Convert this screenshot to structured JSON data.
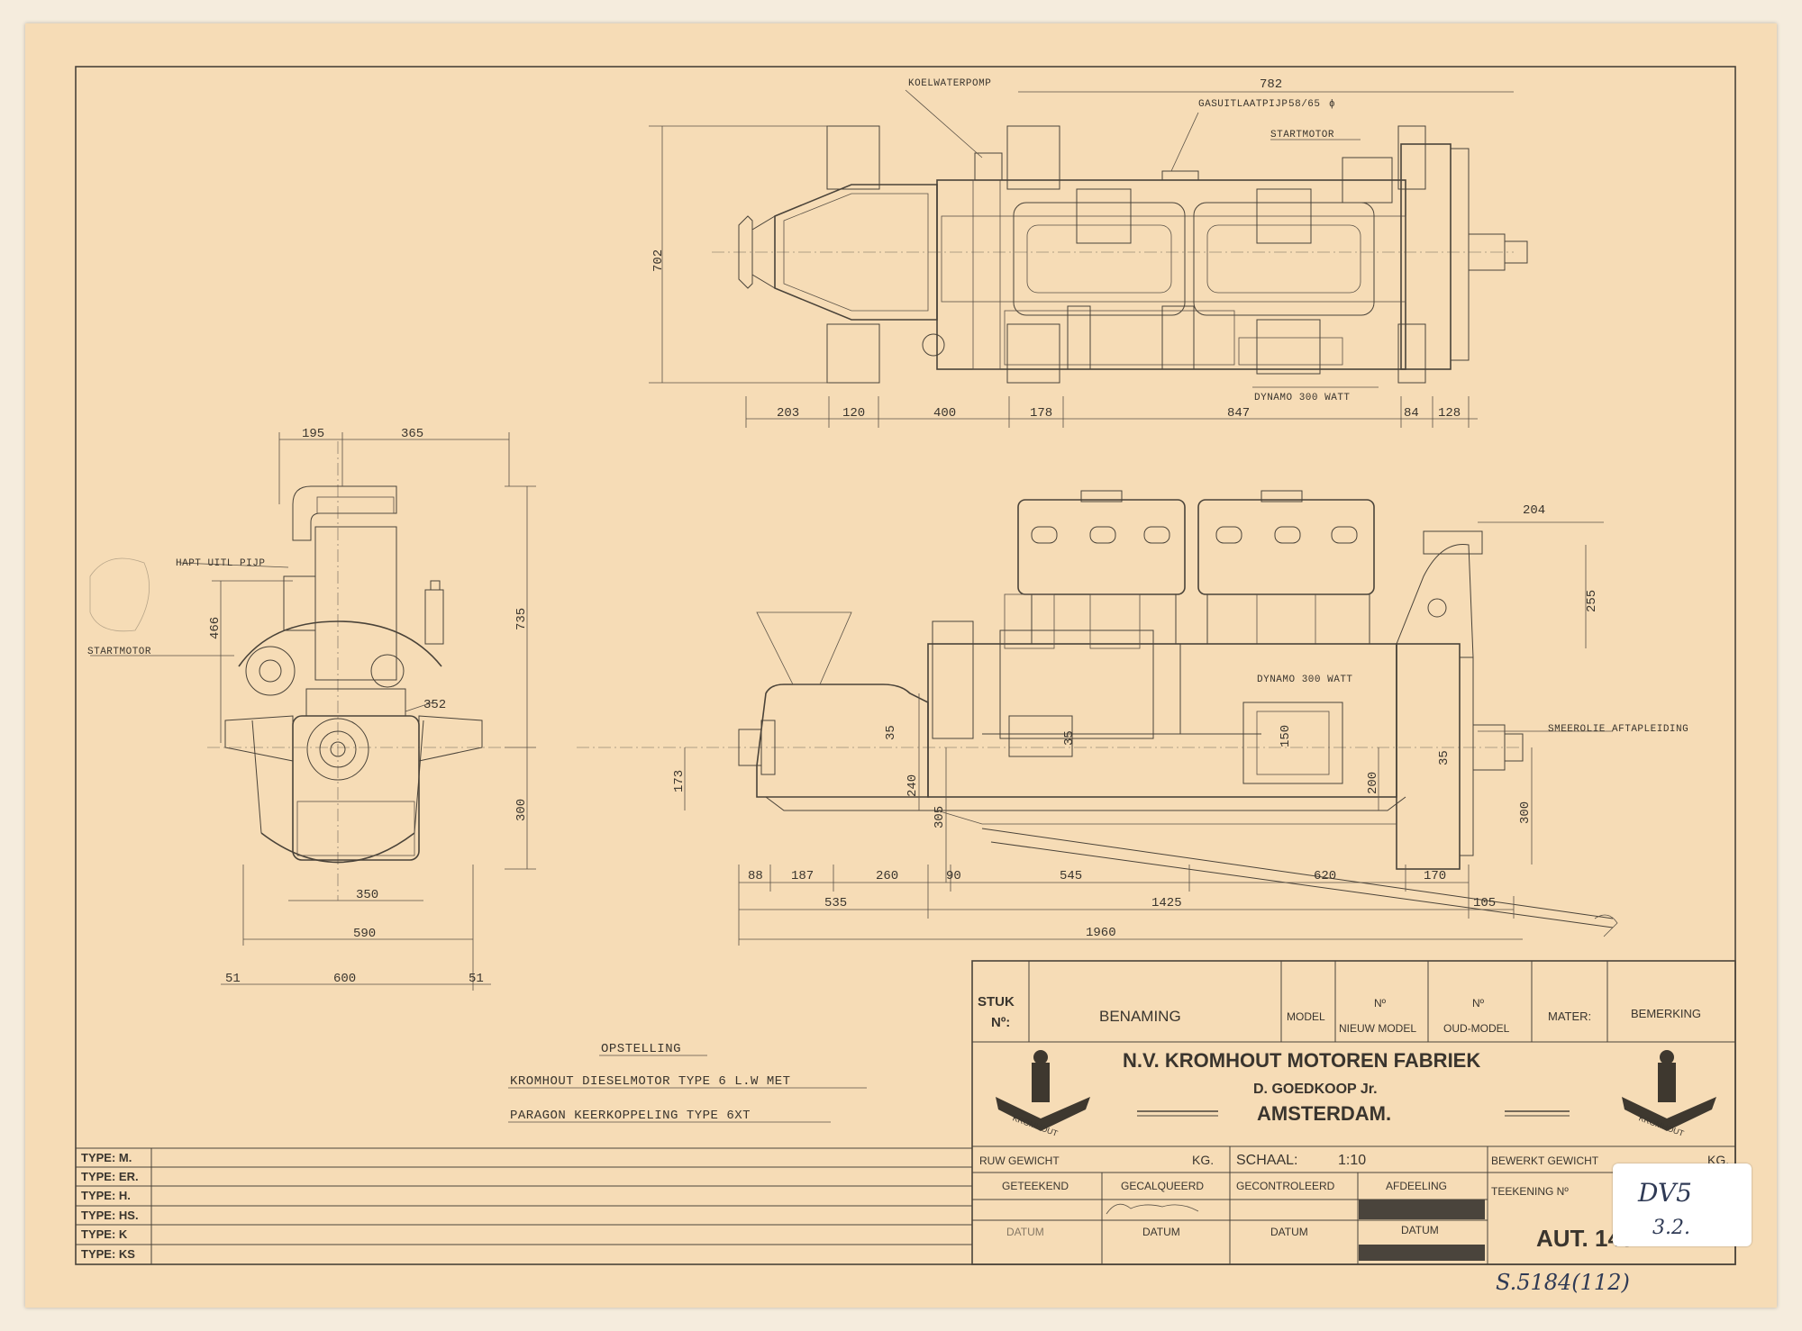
{
  "views": {
    "top": {
      "labels": {
        "koelwaterpomp": "KOELWATERPOMP",
        "gasuitlaatpijp": "GASUITLAATPIJP",
        "gas_frac": "58/65",
        "gas_phi": "ϕ",
        "startmotor": "STARTMOTOR",
        "dynamo": "DYNAMO 300 WATT"
      },
      "dims": {
        "d782": "782",
        "d702": "702",
        "d203": "203",
        "d120": "120",
        "d400": "400",
        "d178": "178",
        "d847": "847",
        "d84": "84",
        "d128": "128"
      }
    },
    "end": {
      "labels": {
        "haptuitl": "HAPT UITL PIJP",
        "startmotor": "STARTMOTOR"
      },
      "dims": {
        "d195": "195",
        "d365": "365",
        "d466": "466",
        "d735": "735",
        "d352": "352",
        "d300": "300",
        "d350": "350",
        "d590": "590",
        "d51a": "51",
        "d600": "600",
        "d51b": "51"
      }
    },
    "side": {
      "labels": {
        "dynamo": "DYNAMO 300 WATT",
        "smeerolie": "SMEEROLIE AFTAPLEIDING"
      },
      "dims": {
        "d204": "204",
        "d255": "255",
        "d35a": "35",
        "d35b": "35",
        "d35c": "35",
        "d150": "150",
        "d173": "173",
        "d240": "240",
        "d305": "305",
        "d200": "200",
        "d300": "300",
        "d88": "88",
        "d187": "187",
        "d260": "260",
        "d90": "90",
        "d545": "545",
        "d620": "620",
        "d170": "170",
        "d535": "535",
        "d1425": "1425",
        "d105": "105",
        "d1960": "1960"
      }
    }
  },
  "caption": {
    "line1": "OPSTELLING",
    "line2": "KROMHOUT DIESELMOTOR TYPE 6 L.W MET",
    "line3": "PARAGON KEERKOPPELING TYPE 6XT"
  },
  "type_table": {
    "rows": [
      "TYPE: M.",
      "TYPE: ER.",
      "TYPE: H.",
      "TYPE: HS.",
      "TYPE: K",
      "TYPE: KS"
    ]
  },
  "title_block": {
    "header": {
      "stuk": "STUK",
      "no": "Nº:",
      "benaming": "BENAMING",
      "model": "MODEL",
      "nieuw_no": "Nº",
      "nieuw": "NIEUW MODEL",
      "oud_no": "Nº",
      "oud": "OUD-MODEL",
      "mater": "MATER:",
      "bemerking": "BEMERKING"
    },
    "company": "N.V. KROMHOUT MOTOREN FABRIEK",
    "owner": "D. GOEDKOOP Jr.",
    "city": "AMSTERDAM.",
    "logo_text": "KROMHOUT",
    "ruw_gewicht": "RUW GEWICHT",
    "kg1": "KG.",
    "schaal": "SCHAAL:",
    "schaal_value": "1:10",
    "bewerkt_gewicht": "BEWERKT GEWICHT",
    "kg2": "KG.",
    "geteekend": "GETEEKEND",
    "gecalqueerd": "GECALQUEERD",
    "gecontroleerd": "GECONTROLEERD",
    "afdeeling": "AFDEELING",
    "teekening_no": "TEEKENING Nº",
    "datum": "DATUM",
    "drawing_number": "AUT. 14311"
  },
  "annotations": {
    "note_line1": "DV5",
    "note_line2": "3.2.",
    "archive_no": "S.5184(112)"
  }
}
